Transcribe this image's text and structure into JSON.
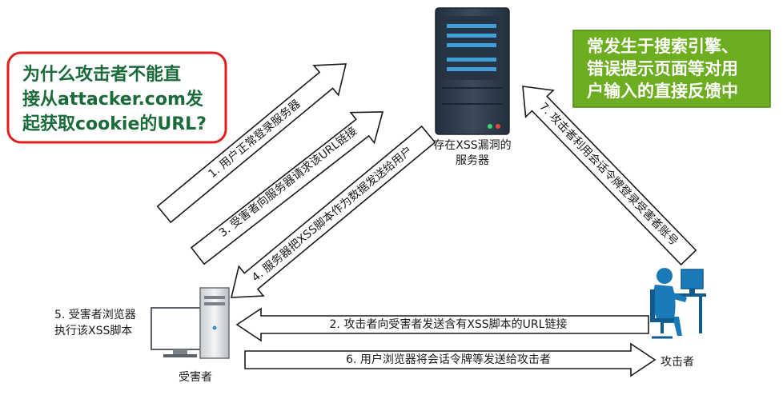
{
  "question": {
    "lines": [
      "为什么攻击者不能直",
      "接从attacker.com发",
      "起获取cookie的URL?"
    ]
  },
  "note": {
    "lines": [
      "常发生于搜索引擎、",
      "错误提示页面等对用",
      "户输入的直接反馈中"
    ]
  },
  "server": {
    "label_lines": [
      "存在XSS漏洞的",
      "服务器"
    ]
  },
  "victim": {
    "label": "受害者",
    "browser_lines": [
      "5. 受害者浏览器",
      "执行该XSS脚本"
    ]
  },
  "attacker": {
    "label": "攻击者"
  },
  "steps": [
    {
      "id": "step1",
      "label": "1. 用户正常登录服务器"
    },
    {
      "id": "step2",
      "label": "2. 攻击者向受害者发送含有XSS脚本的URL链接"
    },
    {
      "id": "step3",
      "label": "3. 受害者向服务器请求该URL链接"
    },
    {
      "id": "step4",
      "label": "4. 服务器把XSS脚本作为数据发送给用户"
    },
    {
      "id": "step6",
      "label": "6. 用户浏览器将会话令牌等发送给攻击者"
    },
    {
      "id": "step7",
      "label": "7. 攻击者利用会话令牌登录受害者账号"
    }
  ],
  "colors": {
    "question_border": "#e0201e",
    "question_text": "#1a6b3a",
    "note_bg": "#6cae1f",
    "server_body": "#2d3d4e",
    "server_slot": "#3fa0d8",
    "attacker_figure": "#1a7ab8"
  }
}
